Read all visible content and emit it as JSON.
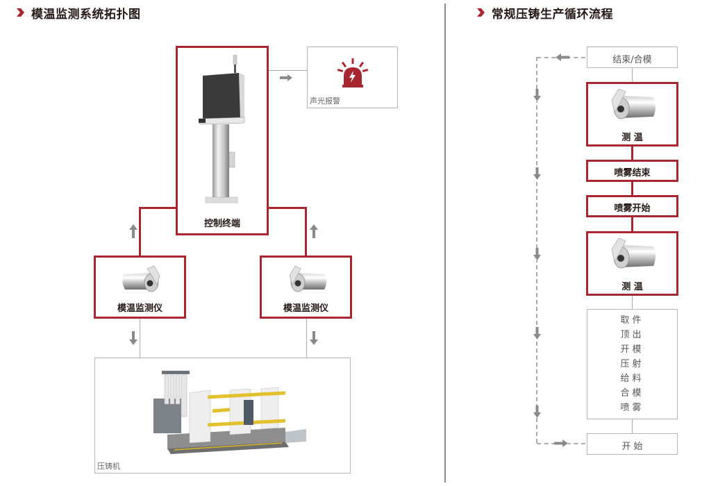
{
  "left_panel": {
    "title": "模温监测系统拓扑图",
    "control_terminal": {
      "label": "控制终端",
      "icon": "control-terminal-kiosk"
    },
    "alarm": {
      "label": "声光报警",
      "icon": "siren-alarm-icon",
      "color": "#a8262f"
    },
    "monitors": [
      {
        "label": "模温监测仪",
        "icon": "thermal-camera"
      },
      {
        "label": "模温监测仪",
        "icon": "thermal-camera"
      }
    ],
    "die_casting_machine": {
      "label": "压铸机",
      "icon": "die-casting-machine"
    }
  },
  "right_panel": {
    "title": "常规压铸生产循环流程",
    "flow": {
      "end_close": "结束/合模",
      "measure_1": "测 温",
      "spray_end": "喷雾结束",
      "spray_start": "喷雾开始",
      "measure_2": "测 温",
      "steps": [
        "取件",
        "顶出",
        "开模",
        "压射",
        "给料",
        "合模",
        "喷雾"
      ],
      "start": "开 始"
    }
  },
  "colors": {
    "accent": "#a8262f",
    "gray_line": "#a8a8a8",
    "text": "#231815"
  }
}
